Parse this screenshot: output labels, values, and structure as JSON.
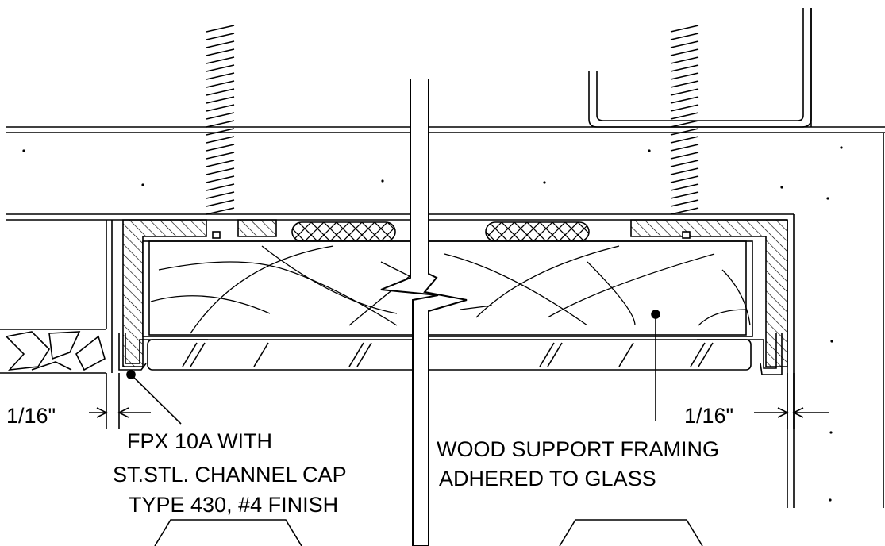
{
  "dimensions": {
    "left_gap": "1/16\"",
    "right_gap": "1/16\""
  },
  "callouts": {
    "channel_cap_line1": "FPX 10A WITH",
    "channel_cap_line2": "ST.STL. CHANNEL CAP",
    "channel_cap_line3": "TYPE 430, #4 FINISH",
    "wood_line1": "WOOD SUPPORT FRAMING",
    "wood_line2": "ADHERED TO GLASS"
  },
  "colors": {
    "ink": "#000000",
    "paper": "#ffffff"
  }
}
